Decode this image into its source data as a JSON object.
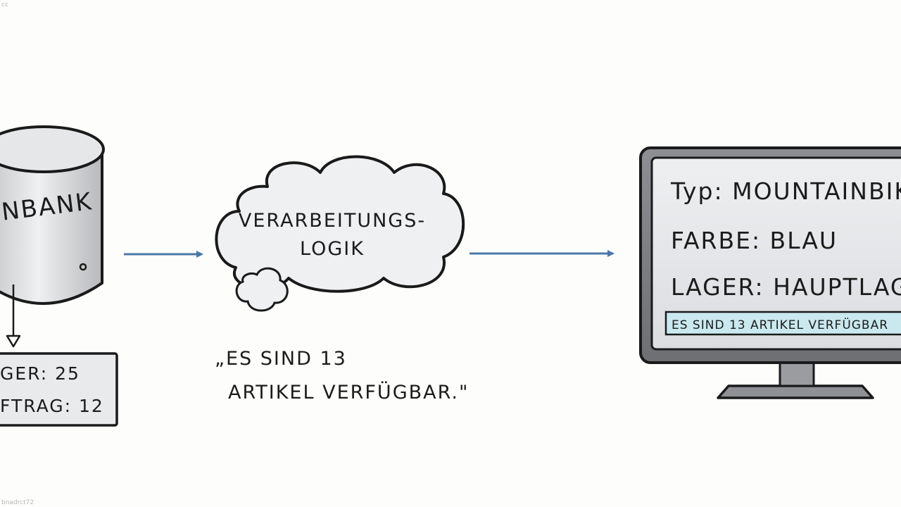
{
  "database": {
    "label": "NBANK",
    "notes": [
      "GER: 25",
      "FTRAG: 12"
    ]
  },
  "processing": {
    "line1": "VERARBEITUNGS-",
    "line2": "LOGIK"
  },
  "quote": {
    "line1": "„ES SIND 13",
    "line2": "ARTIKEL VERFÜGBAR.\""
  },
  "monitor": {
    "rows": [
      "Typ: MOUNTAINBIKE",
      "FARBE: BLAU",
      "LAGER: HAUPTLAGER"
    ],
    "banner": "ES SIND 13 ARTIKEL VERFÜGBAR"
  },
  "watermark": {
    "top_left": "cc",
    "bottom_left": "bnadrct72"
  },
  "colors": {
    "arrow": "#4a78a8",
    "outline": "#1a1a1a",
    "fill_gray": "#d6d7da",
    "highlight_cyan": "#c9e9ef"
  }
}
